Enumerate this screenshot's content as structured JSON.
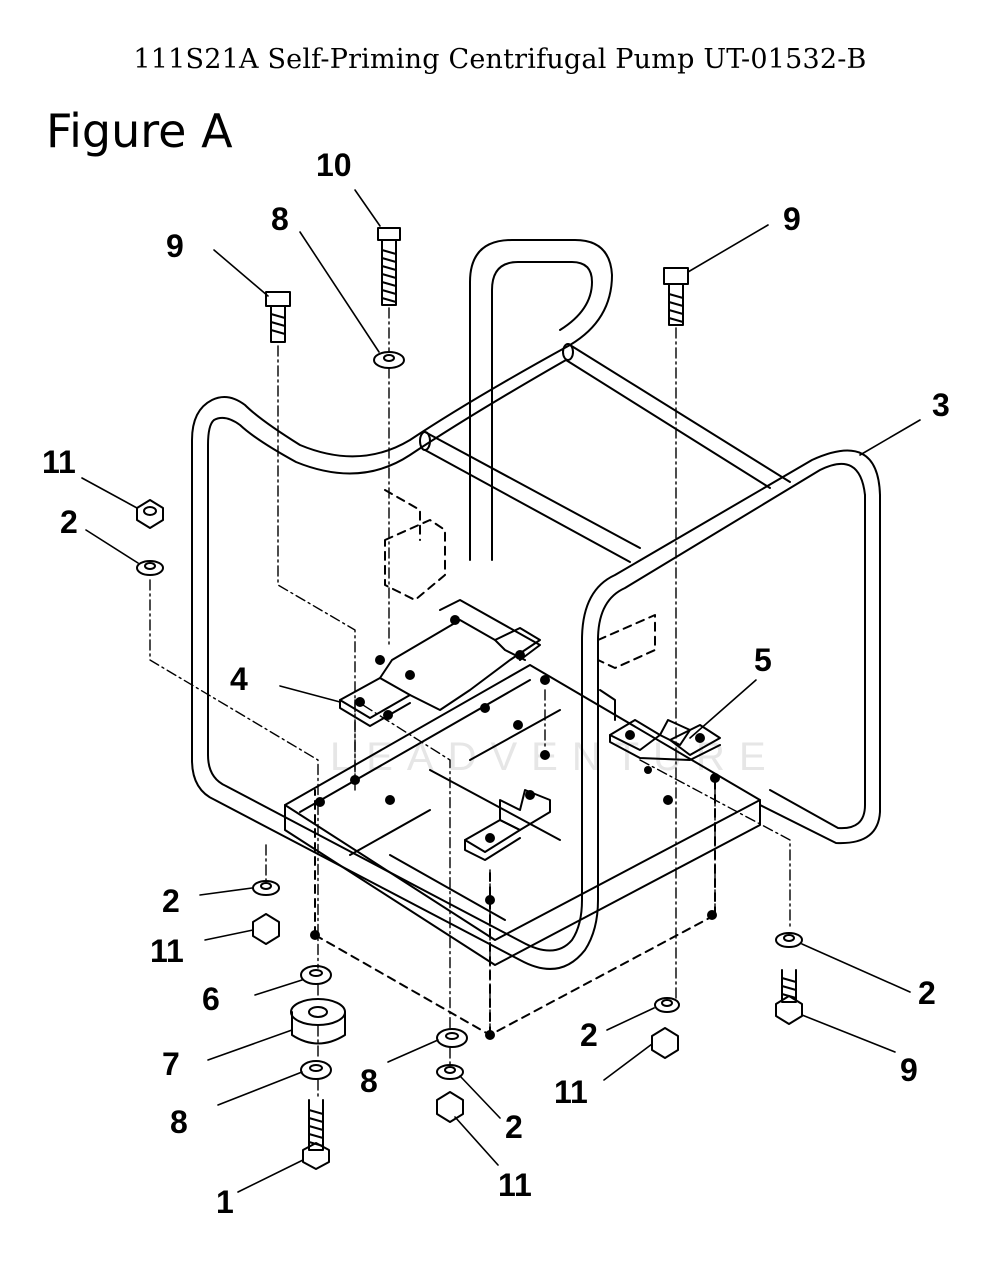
{
  "title": "111S21A Self-Priming Centrifugal Pump UT-01532-B",
  "figure_label": "Figure A",
  "callouts": {
    "c1": "1",
    "c2a": "2",
    "c2b": "2",
    "c2c": "2",
    "c2d": "2",
    "c2e": "2",
    "c3": "3",
    "c4": "4",
    "c5": "5",
    "c6": "6",
    "c7": "7",
    "c8a": "8",
    "c8b": "8",
    "c8c": "8",
    "c9a": "9",
    "c9b": "9",
    "c9c": "9",
    "c10": "10",
    "c11a": "11",
    "c11b": "11",
    "c11c": "11",
    "c11d": "11"
  },
  "watermark": "LEADVENTURE"
}
